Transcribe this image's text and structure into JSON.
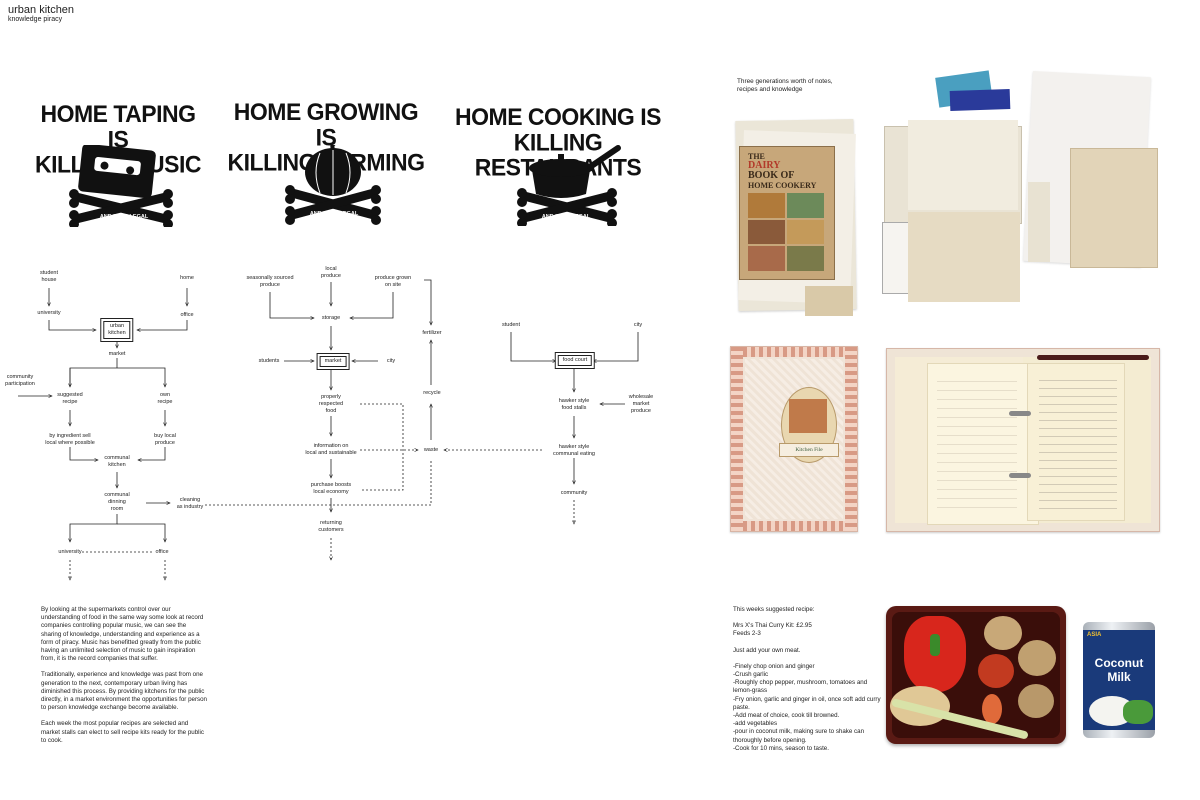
{
  "header": {
    "title": "urban kitchen",
    "subtitle": "knowledge piracy"
  },
  "slogans": [
    {
      "line1": "HOME TAPING IS",
      "line2": "KILLING MUSIC",
      "tag": "AND IT'S ILLEGAL",
      "icon": "cassette-tape-icon"
    },
    {
      "line1": "HOME GROWING IS",
      "line2": "KILLING FARMING",
      "tag": "AND IT'S ILLEGAL",
      "icon": "pumpkin-icon"
    },
    {
      "line1": "HOME COOKING IS",
      "line2": "KILLING RESTAURANTS",
      "tag": "AND IT'S ILLEGAL",
      "icon": "saucepan-icon"
    }
  ],
  "flow1": {
    "student_house": "student\nhouse",
    "home": "home",
    "university_top": "university",
    "office_top": "office",
    "urban_kitchen": "urban\nkitchen",
    "market": "market",
    "community_participation": "community\nparticipation",
    "suggested_recipe": "suggested\nrecipe",
    "own_recipe": "own\nrecipe",
    "by_ingredient": "by ingredient sell\nlocal where possible",
    "buy_local": "buy local\nproduce",
    "communal_kitchen": "communal\nkitchen",
    "communal_dinning": "communal\ndinning\nroom",
    "cleaning": "cleaning\nas industry",
    "university_bottom": "university",
    "office_bottom": "office"
  },
  "flow2": {
    "seasonally_sourced": "seasonally sourced\nproduce",
    "local_produce": "local\nproduce",
    "produce_grown": "produce grown\non site",
    "storage": "storage",
    "students": "students",
    "market": "market",
    "city": "city",
    "fertilizer": "fertilizer",
    "recycle": "recycle",
    "property_respected": "properly\nrespected\nfood",
    "information": "information on\nlocal and sustainable",
    "waste": "waste",
    "purchase_boosts": "purchase boosts\nlocal economy",
    "returning": "returning\ncustomers"
  },
  "flow3": {
    "student": "student",
    "city": "city",
    "food_court": "food court",
    "hawker_stalls": "hawker style\nfood stalls",
    "wholesale": "wholesale\nmarket\nproduce",
    "hawker_eating": "hawker style\ncommunal eating",
    "community": "community"
  },
  "body_paragraphs": [
    "By looking at the supermarkets control over our understanding of food in the same way some look at record companies controlling popular music, we can see the sharing of knowledge, understanding and experience as a form of piracy. Music has benefitted greatly from the public having an unlimited selection of music to gain inspiration from, it is the record companies that suffer.",
    "Traditionally, experience and knowledge was past from one generation to the next, contemporary urban living has diminished this process. By providing kitchens for the public directly, in a market environment the opportunities for person to person knowledge exchange become available.",
    "Each week the most popular recipes are selected and market stalls can elect to sell recipe kits ready for the public to cook."
  ],
  "caption_top": "Three generations worth of notes,\nrecipes and knowledge",
  "cookbook": {
    "line1": "THE",
    "line2": "DAIRY",
    "line3": "BOOK OF",
    "line4": "HOME COOKERY"
  },
  "kitchen_file_label": "Kitchen File",
  "recipe": {
    "heading": "This weeks suggested recipe:",
    "kit": "Mrs X's Thai Curry Kit: £2.95",
    "feeds": "Feeds 2-3",
    "note": "Just add your own meat.",
    "steps": [
      "-Finely chop onion and ginger",
      "-Crush garlic",
      "-Roughly chop pepper, mushroom, tomatoes and lemon-grass",
      "-Fry onion, garlic and ginger in oil, once soft add curry paste.",
      "-Add meat of choice, cook till browned.",
      "-add vegetables",
      "-pour in coconut milk, making sure to shake can thoroughly before opening.",
      "-Cook for 10 mins, season to taste."
    ]
  },
  "can": {
    "brand": "ASIA",
    "line1": "Coconut",
    "line2": "Milk"
  }
}
